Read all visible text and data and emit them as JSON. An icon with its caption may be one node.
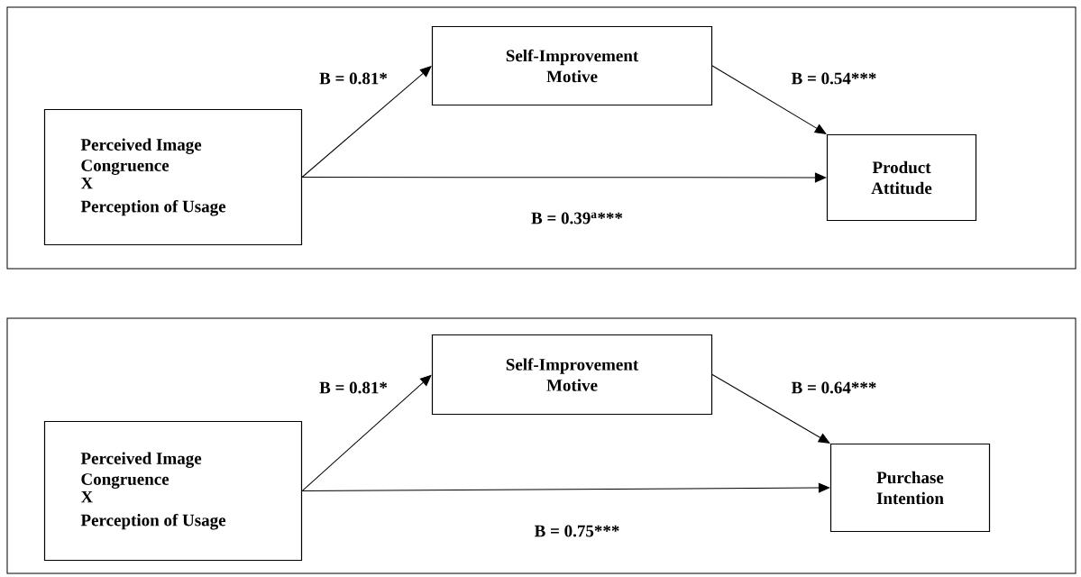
{
  "diagram": {
    "nodes": [
      {
        "text": [],
        "shape": "box"
      },
      {
        "text": [
          "Perceived Image Congruence",
          "X",
          "Perception of Usage"
        ],
        "in": 0
      },
      {
        "text": [
          "Self-Improvement Motive"
        ],
        "in": 0
      },
      {
        "text": [
          "Product Attitude"
        ],
        "in": 0
      },
      {
        "text": [],
        "shape": "box"
      },
      {
        "text": [
          "Perceived Image Congruence",
          "X",
          "Perception of Usage"
        ],
        "in": 4
      },
      {
        "text": [
          "Self-Improvement Motive"
        ],
        "in": 4
      },
      {
        "text": [
          "Purchase Intention"
        ],
        "in": 4
      }
    ],
    "edges": [
      {
        "from": 1,
        "to": 2,
        "arrow": "to",
        "label": "B = 0.81*"
      },
      {
        "from": 2,
        "to": 3,
        "arrow": "to",
        "label": "B = 0.54***"
      },
      {
        "from": 1,
        "to": 3,
        "arrow": "to",
        "label": "B = 0.39$^{a}$***"
      },
      {
        "from": 5,
        "to": 6,
        "arrow": "to",
        "label": "B = 0.81*"
      },
      {
        "from": 6,
        "to": 7,
        "arrow": "to",
        "label": "B = 0.64***"
      },
      {
        "from": 5,
        "to": 7,
        "arrow": "to",
        "label": "B = 0.75***"
      }
    ]
  }
}
